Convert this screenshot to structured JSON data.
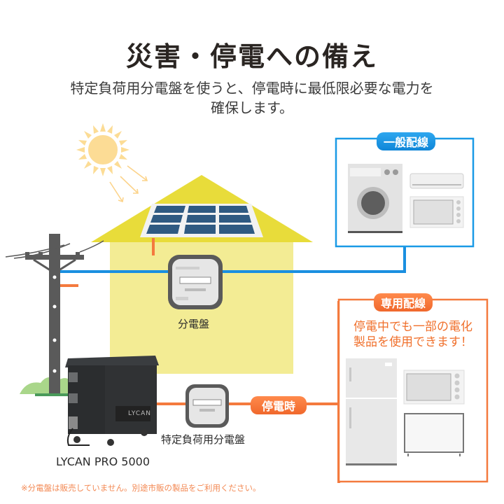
{
  "header": {
    "title": "災害・停電への備え",
    "subtitle_line1": "特定負荷用分電盤を使うと、停電時に最低限必要な電力を",
    "subtitle_line2": "確保します。"
  },
  "panels": {
    "general": {
      "label": "一般配線",
      "appliances": [
        "washing-machine",
        "air-conditioner",
        "oven"
      ],
      "color": "#1a9ae6"
    },
    "dedicated": {
      "label": "専用配線",
      "message_line1": "停電中でも一部の電化",
      "message_line2": "製品を使用できます！",
      "appliances": [
        "refrigerator",
        "oven",
        "television"
      ],
      "color": "#f47a3e"
    }
  },
  "labels": {
    "distribution_board": "分電盤",
    "specific_load_board": "特定負荷用分電盤",
    "outage_tag": "停電時",
    "product_name": "LYCAN PRO 5000",
    "product_logo": "LYCAN"
  },
  "footer": {
    "note": "※分電盤は販売していません。別途市販の製品をご利用ください。"
  },
  "colors": {
    "house_wall": "#f3ec94",
    "roof": "#e8dc3a",
    "solar_panel": "#2f5a82",
    "wire_blue": "#1a8fe0",
    "wire_orange": "#f47a3e",
    "pole": "#5a5a5a",
    "sun": "#fbd98a"
  }
}
